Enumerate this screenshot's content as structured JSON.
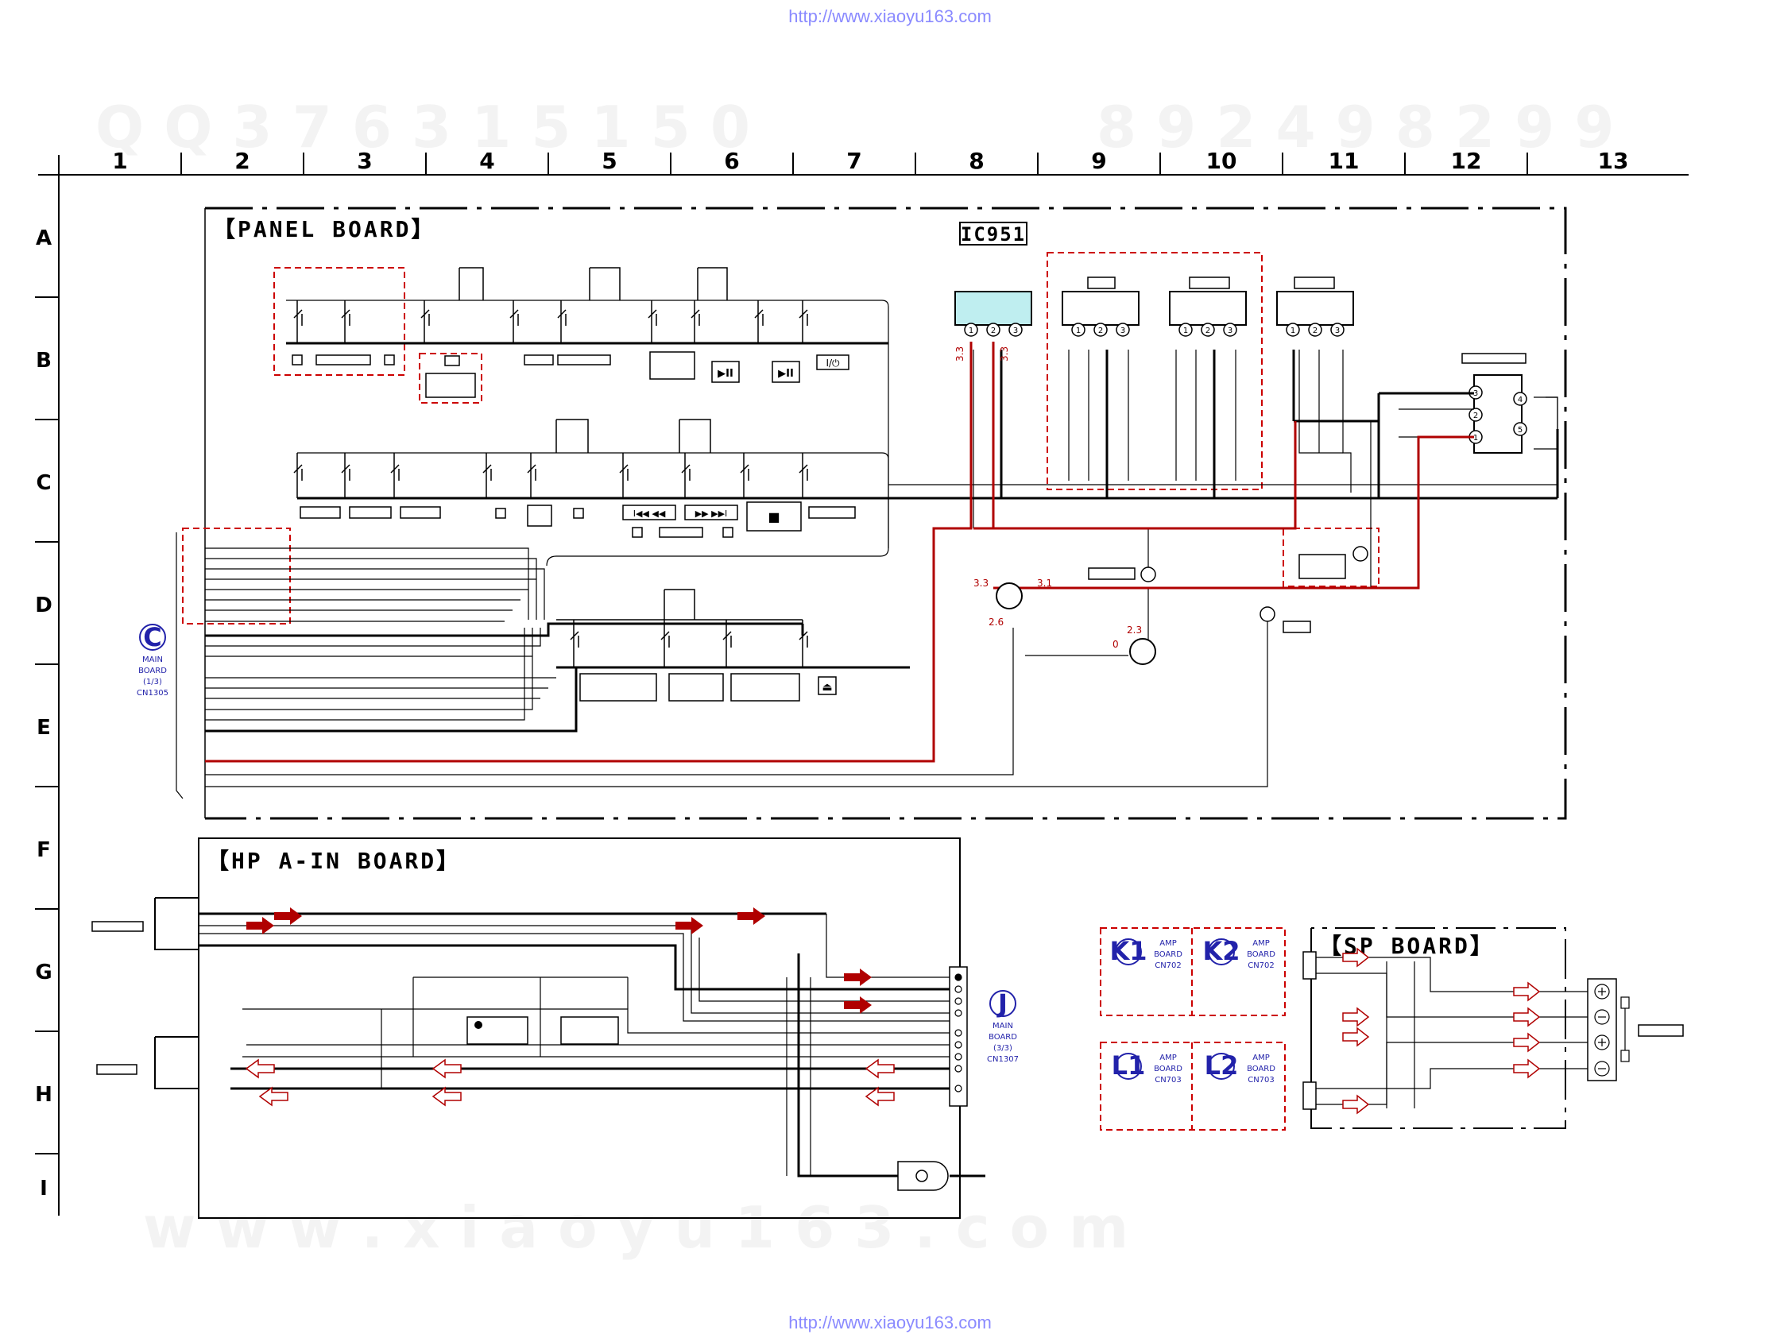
{
  "urls": {
    "top": "http://www.xiaoyu163.com",
    "bottom": "http://www.xiaoyu163.com"
  },
  "watermarks": {
    "top_left": "Q Q 3 7 6 3 1 5 1 5 0",
    "top_right": "8 9 2 4 9 8 2 9 9",
    "bottom": "w w w . x i a o y u 1 6 3 . c o m"
  },
  "grid": {
    "columns": [
      "1",
      "2",
      "3",
      "4",
      "5",
      "6",
      "7",
      "8",
      "9",
      "10",
      "11",
      "12",
      "13"
    ],
    "rows": [
      "A",
      "B",
      "C",
      "D",
      "E",
      "F",
      "G",
      "H",
      "I"
    ]
  },
  "boards": {
    "panel": "【PANEL BOARD】",
    "hp": "【HP A-IN BOARD】",
    "sp": "【SP BOARD】",
    "ic": "IC951"
  },
  "connectors": {
    "c": {
      "letter": "C",
      "lines": [
        "MAIN",
        "BOARD",
        "(1/3)",
        "CN1305"
      ]
    },
    "j": {
      "letter": "J",
      "lines": [
        "MAIN",
        "BOARD",
        "(3/3)",
        "CN1307"
      ]
    },
    "k1": {
      "letter": "K1",
      "lines": [
        "AMP",
        "BOARD",
        "CN702"
      ]
    },
    "k2": {
      "letter": "K2",
      "lines": [
        "AMP",
        "BOARD",
        "CN702"
      ]
    },
    "l1": {
      "letter": "L1",
      "lines": [
        "AMP",
        "BOARD",
        "CN703"
      ]
    },
    "l2": {
      "letter": "L2",
      "lines": [
        "AMP",
        "BOARD",
        "CN703"
      ]
    }
  },
  "voltages": {
    "v33a": "3.3",
    "v33b": "3.3",
    "v33c": "3.3",
    "v31": "3.1",
    "v26": "2.6",
    "v23": "2.3",
    "v0": "0"
  },
  "pins": [
    "1",
    "2",
    "3",
    "4",
    "5"
  ],
  "button_glyphs": {
    "play_pause_1": "▶II",
    "play_pause_2": "▶II",
    "power": "I/⏻",
    "prev": "I◀◀ ◀◀",
    "next": "▶▶ ▶▶I",
    "stop": "■",
    "eject": "⏏"
  },
  "colors": {
    "line": "#000000",
    "signal": "#b00000",
    "dashed": "#cc0000",
    "blue": "#2222aa",
    "ic_fill": "#bfeef0"
  }
}
